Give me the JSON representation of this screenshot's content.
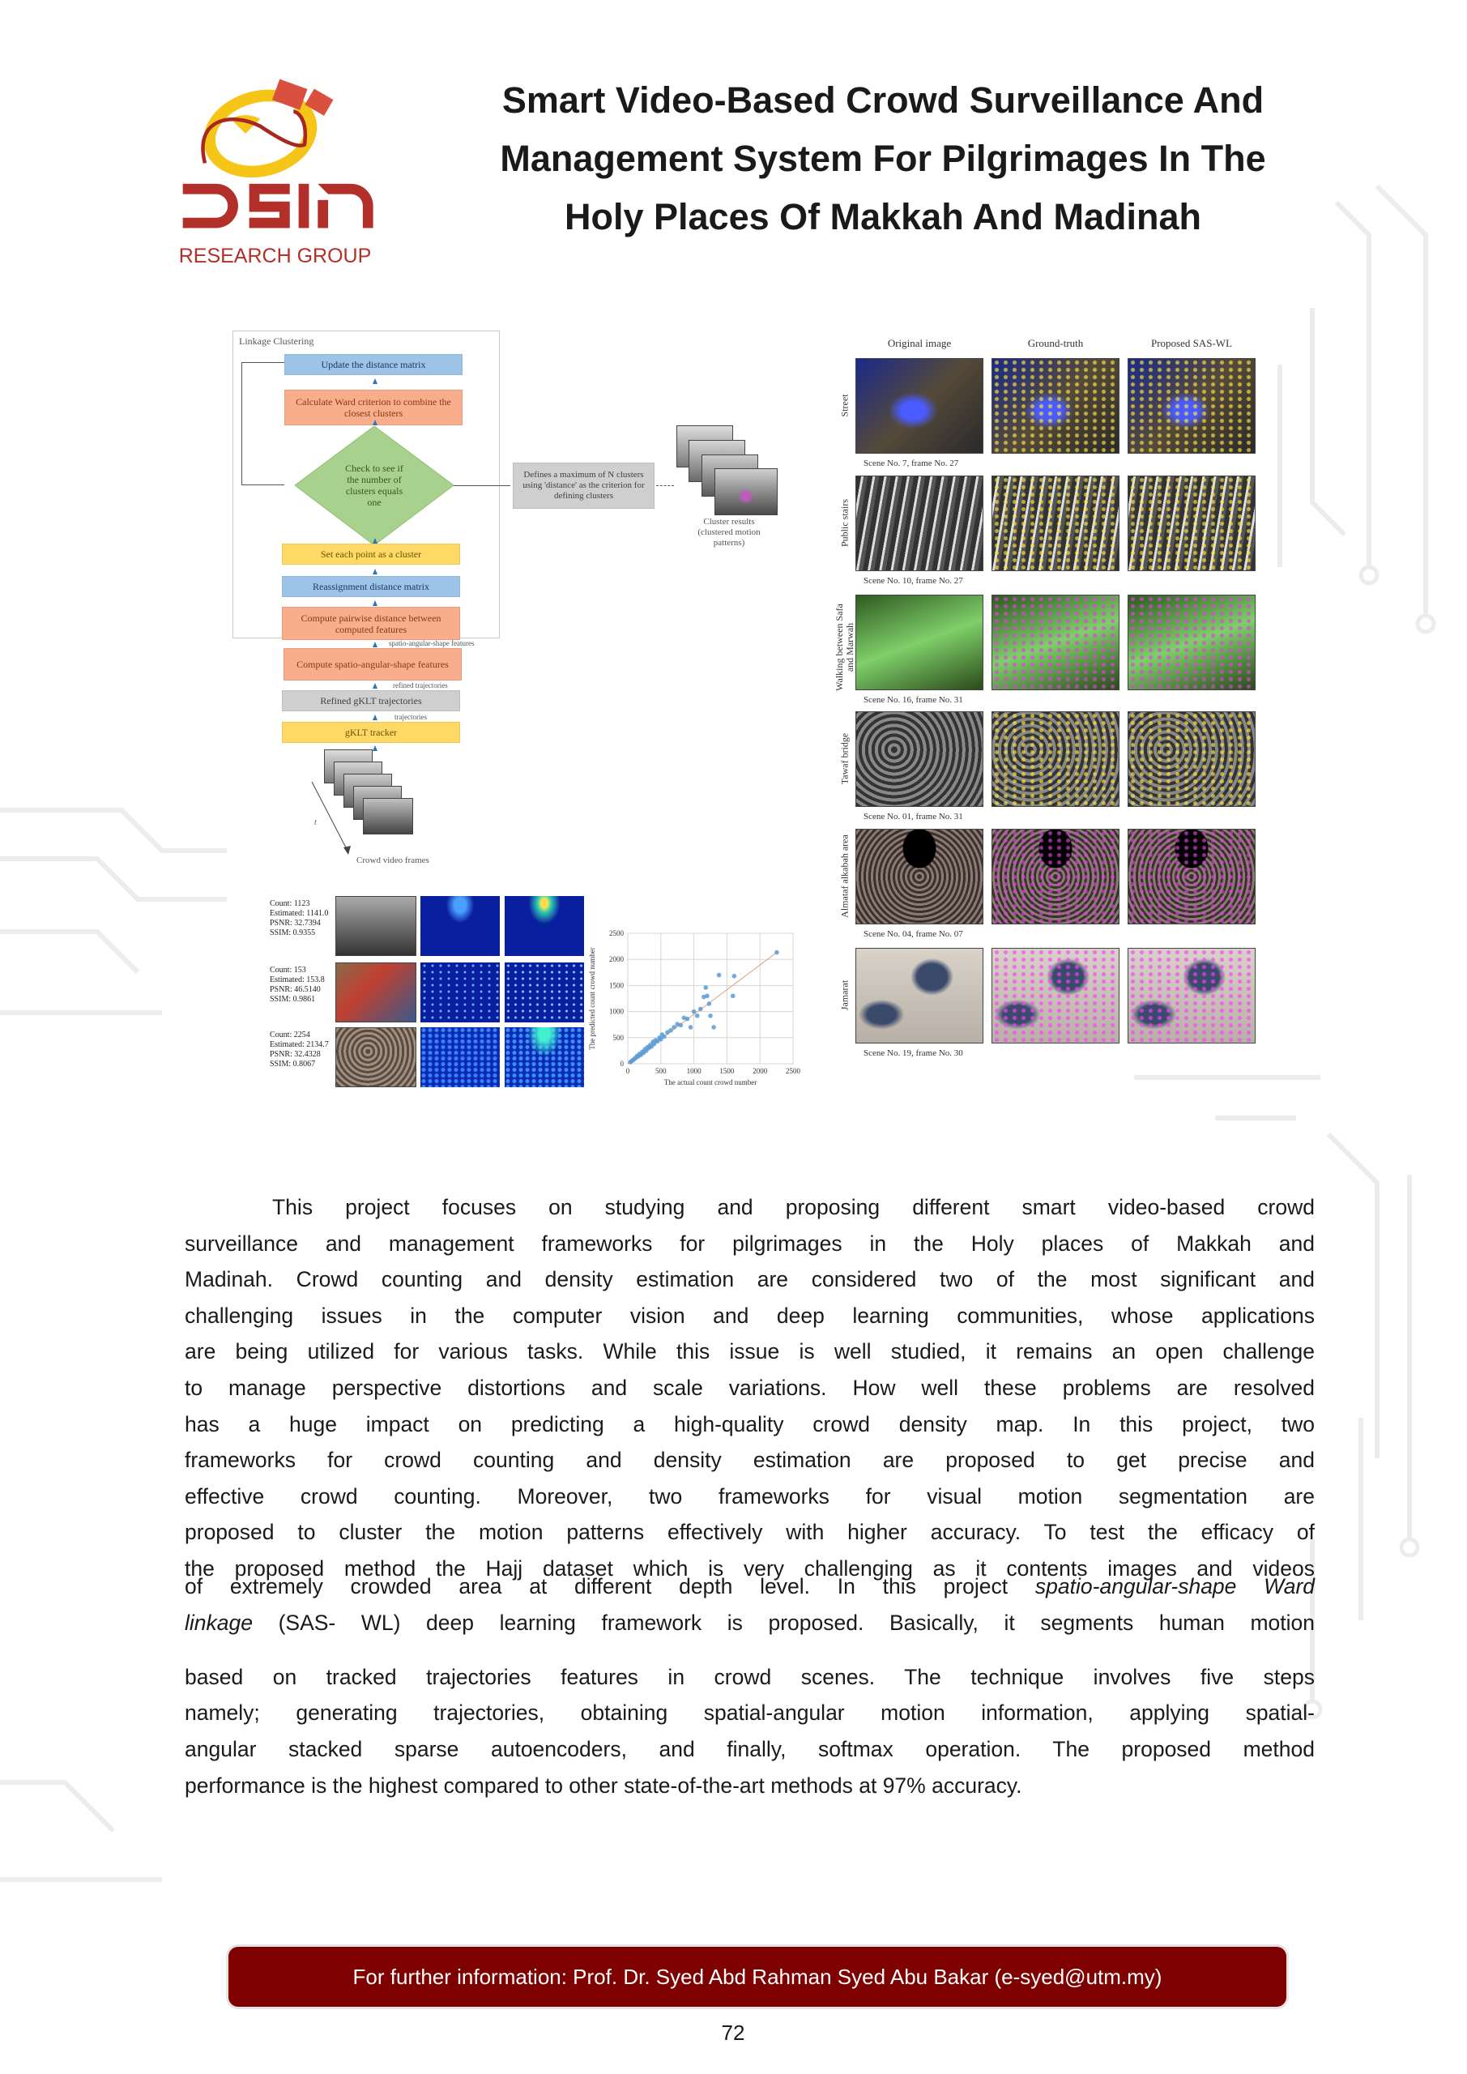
{
  "logo": {
    "org": "DSIP",
    "subtitle": "RESEARCH GROUP",
    "colors": {
      "red": "#b32f2a",
      "yellow": "#f5c518"
    }
  },
  "title": {
    "lines": [
      "Smart Video-Based Crowd Surveillance And",
      "Management System For Pilgrimages In The",
      "Holy Places Of Makkah And Madinah"
    ]
  },
  "flowchart": {
    "group_label": "Linkage Clustering",
    "steps": {
      "update": "Update the distance matrix",
      "ward": "Calculate Ward criterion to combine the closest clusters",
      "check": "Check to see if the number of clusters equals one",
      "set_point": "Set each point as a cluster",
      "reassign": "Reassignment distance matrix",
      "pairwise": "Compute pairwise distance between computed features",
      "sas": "Compute spatio-angular-shape features",
      "refined": "Refined gKLT trajectories",
      "tracker": "gKLT tracker",
      "define": "Defines a maximum of N clusters using 'distance' as the criterion for defining clusters"
    },
    "edge_labels": {
      "features": "spatio-angular-shape features",
      "refined": "refined trajectories",
      "trajectories": "trajectories"
    },
    "input_caption": "Crowd video frames",
    "time_axis": "t",
    "output_caption": "Cluster results (clustered motion patterns)"
  },
  "segmentation": {
    "columns": [
      "Original image",
      "Ground-truth",
      "Proposed SAS-WL"
    ],
    "rows": [
      {
        "label": "Street",
        "caption": "Scene No. 7, frame No. 27"
      },
      {
        "label": "Public stairs",
        "caption": "Scene No. 10, frame No. 27"
      },
      {
        "label": "Walking between Safa and Marwah",
        "caption": "Scene No. 16, frame No. 31"
      },
      {
        "label": "Tawaf bridge",
        "caption": "Scene No. 01, frame No. 31"
      },
      {
        "label": "Almataf alkabah area",
        "caption": "Scene No. 04, frame No. 07"
      },
      {
        "label": "Jamarat",
        "caption": "Scene No. 19, frame No. 30"
      }
    ]
  },
  "density": {
    "samples": [
      {
        "count": "Count: 1123",
        "estimated": "Estimated: 1141.0",
        "psnr": "PSNR: 32.7394",
        "ssim": "SSIM: 0.9355"
      },
      {
        "count": "Count: 153",
        "estimated": "Estimated: 153.8",
        "psnr": "PSNR: 46.5140",
        "ssim": "SSIM: 0.9861"
      },
      {
        "count": "Count: 2254",
        "estimated": "Estimated: 2134.7",
        "psnr": "PSNR: 32.4328",
        "ssim": "SSIM: 0.8067"
      }
    ]
  },
  "chart_data": {
    "type": "scatter",
    "title": "",
    "xlabel": "The actual count crowd number",
    "ylabel": "The predicted count crowd number",
    "xlim": [
      0,
      2500
    ],
    "ylim": [
      0,
      2500
    ],
    "xticks": [
      "0",
      "500",
      "1000",
      "1500",
      "2000",
      "2500"
    ],
    "yticks": [
      "0",
      "500",
      "1000",
      "1500",
      "2000",
      "2500"
    ],
    "grid": true,
    "trendline": [
      [
        0,
        0
      ],
      [
        2254,
        2134
      ]
    ],
    "points": [
      [
        40,
        30
      ],
      [
        60,
        55
      ],
      [
        80,
        70
      ],
      [
        100,
        95
      ],
      [
        120,
        110
      ],
      [
        140,
        150
      ],
      [
        160,
        140
      ],
      [
        180,
        190
      ],
      [
        200,
        170
      ],
      [
        220,
        230
      ],
      [
        240,
        210
      ],
      [
        260,
        280
      ],
      [
        280,
        250
      ],
      [
        300,
        320
      ],
      [
        320,
        300
      ],
      [
        340,
        360
      ],
      [
        360,
        330
      ],
      [
        380,
        420
      ],
      [
        400,
        380
      ],
      [
        420,
        450
      ],
      [
        450,
        430
      ],
      [
        480,
        500
      ],
      [
        500,
        470
      ],
      [
        520,
        560
      ],
      [
        550,
        520
      ],
      [
        600,
        600
      ],
      [
        650,
        640
      ],
      [
        700,
        700
      ],
      [
        750,
        760
      ],
      [
        800,
        740
      ],
      [
        850,
        880
      ],
      [
        900,
        860
      ],
      [
        950,
        700
      ],
      [
        1000,
        1000
      ],
      [
        1050,
        920
      ],
      [
        1100,
        1050
      ],
      [
        1150,
        1280
      ],
      [
        1180,
        1460
      ],
      [
        1200,
        1300
      ],
      [
        1230,
        1150
      ],
      [
        1250,
        920
      ],
      [
        1300,
        700
      ],
      [
        1380,
        1700
      ],
      [
        1590,
        1300
      ],
      [
        1610,
        1680
      ],
      [
        2254,
        2134
      ]
    ]
  },
  "body": {
    "lines": [
      "This project focuses on studying and proposing different smart video-based crowd",
      "surveillance and management frameworks for pilgrimages in the Holy places of Makkah and",
      "Madinah. Crowd counting and density estimation are considered two of the most significant and",
      "challenging issues in the computer vision and deep learning communities, whose applications",
      "are being utilized for various tasks. While this issue is well studied, it remains an open challenge",
      "to manage perspective distortions and scale variations. How well these problems are resolved",
      "has a huge impact on predicting a high-quality crowd density map. In this project, two",
      "frameworks for crowd counting and density estimation are proposed to get precise and",
      "effective crowd counting.  Moreover, two frameworks for visual motion segmentation are",
      "proposed to cluster the motion patterns effectively with higher accuracy. To test the efficacy of",
      "the proposed method the Hajj dataset which is very challenging as it contents images and videos"
    ],
    "line12_pre": "of extremely crowded area at different depth level. In this project ",
    "line12_italic": "spatio-angular-shape Ward",
    "line13_italic": "linkage",
    "line13_post": " (SAS- WL) deep learning framework is proposed. Basically, it segments human motion",
    "lines_end": [
      "based on tracked trajectories features in crowd scenes. The technique involves five steps",
      "namely; generating trajectories, obtaining spatial-angular motion information, applying spatial-",
      "angular stacked sparse autoencoders, and finally, softmax operation. The proposed method",
      "performance is the highest compared to other state-of-the-art methods at 97% accuracy."
    ]
  },
  "footer": {
    "text": "For further information: Prof. Dr. Syed Abd Rahman Syed Abu Bakar (e-syed@utm.my)",
    "color": "#7f0000"
  },
  "page_number": "72"
}
